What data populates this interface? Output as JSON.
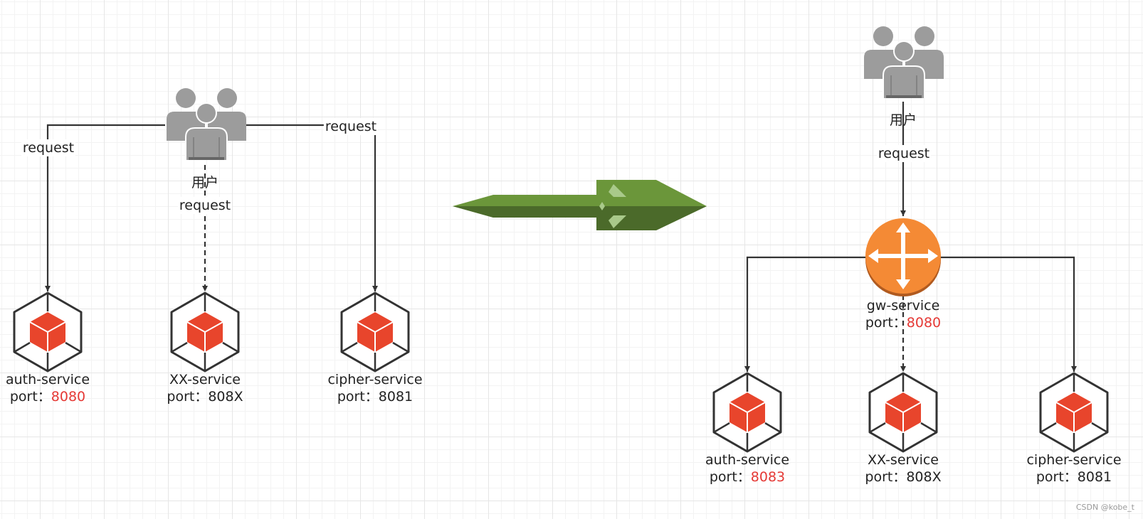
{
  "left": {
    "user_label": "用户",
    "edge_labels": {
      "auth": "request",
      "xx": "request",
      "cipher": "request"
    },
    "services": [
      {
        "name": "auth-service",
        "port_prefix": "port：",
        "port": "8080",
        "port_highlight": true
      },
      {
        "name": "XX-service",
        "port_prefix": "port：",
        "port": "808X",
        "port_highlight": false
      },
      {
        "name": "cipher-service",
        "port_prefix": "port：",
        "port": "8081",
        "port_highlight": false
      }
    ]
  },
  "right": {
    "user_label": "用户",
    "edge_label": "request",
    "gateway": {
      "name": "gw-service",
      "port_prefix": "port：",
      "port": "8080",
      "port_highlight": true
    },
    "services": [
      {
        "name": "auth-service",
        "port_prefix": "port：",
        "port": "8083",
        "port_highlight": true
      },
      {
        "name": "XX-service",
        "port_prefix": "port：",
        "port": "808X",
        "port_highlight": false
      },
      {
        "name": "cipher-service",
        "port_prefix": "port：",
        "port": "8081",
        "port_highlight": false
      }
    ]
  },
  "watermark": "CSDN @kobe_t",
  "colors": {
    "edge": "#333333",
    "cube_box": "#e8452c",
    "highlight": "#e53935",
    "arrow_green": "#6b963a",
    "arrow_dark": "#4b6a2a",
    "gateway": "#f48a35",
    "user_gray": "#9c9c9c"
  },
  "icons": {
    "users": "users-group-icon",
    "service": "service-cube-icon",
    "gateway": "router-icon",
    "transition": "arrow-right-icon"
  }
}
